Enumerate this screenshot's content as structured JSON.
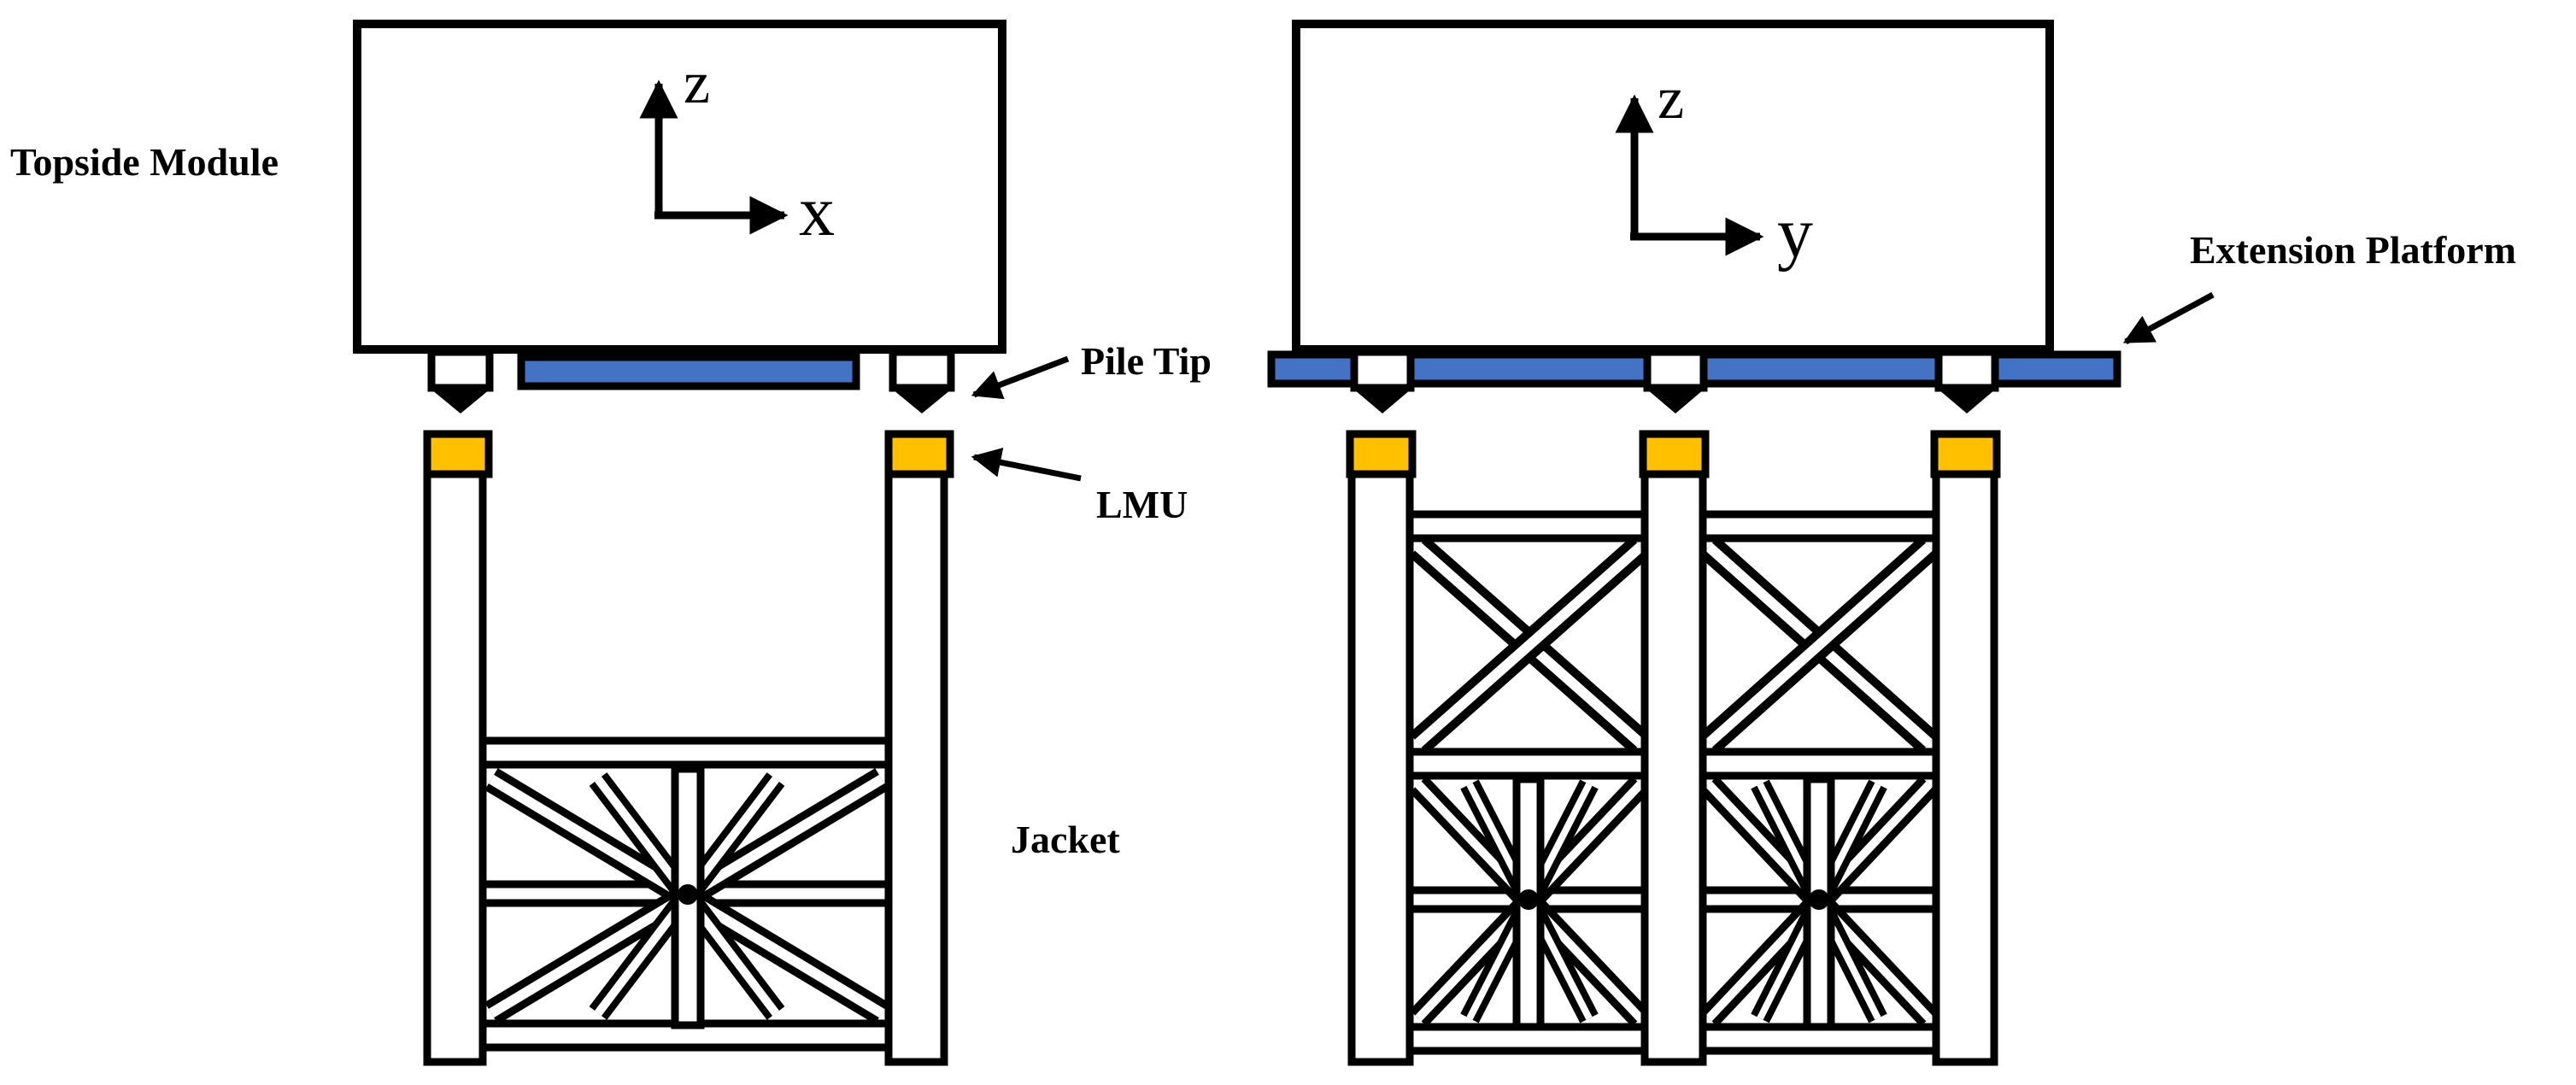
{
  "labels": {
    "topside_module": "Topside Module",
    "pile_tip": "Pile Tip",
    "lmu": "LMU",
    "jacket": "Jacket",
    "extension_platform": "Extension Platform"
  },
  "axes": {
    "left": {
      "vertical": "z",
      "horizontal": "x"
    },
    "right": {
      "vertical": "z",
      "horizontal": "y"
    }
  },
  "colors": {
    "line": "#000000",
    "fill": "#ffffff",
    "lmu": "#FFC000",
    "platform": "#4472C4"
  }
}
